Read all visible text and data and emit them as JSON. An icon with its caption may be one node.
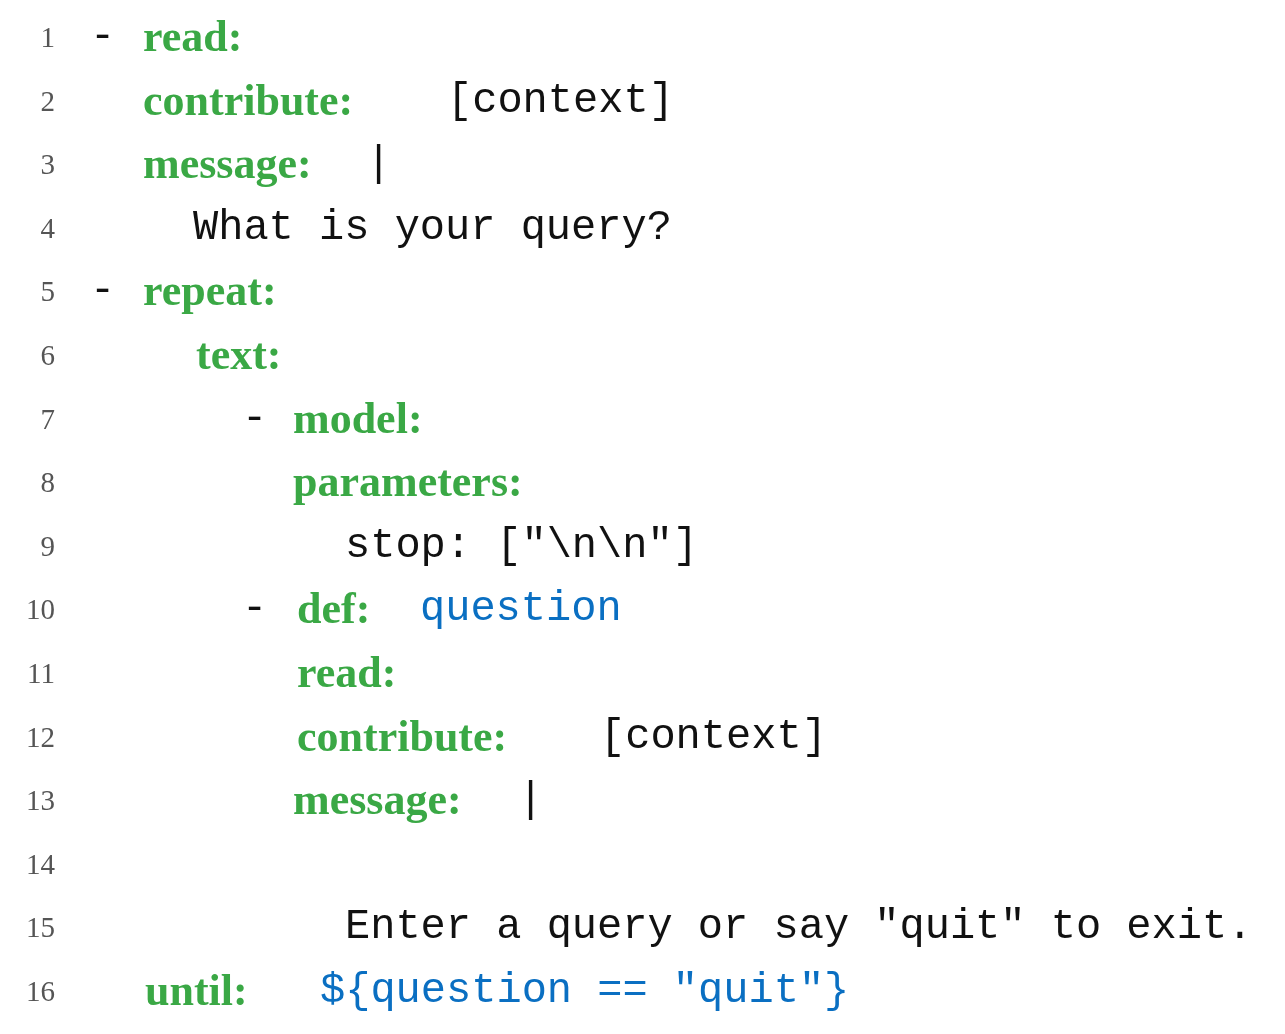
{
  "diagram": {
    "labels": [
      "1",
      "-",
      "read:",
      "2",
      "contribute:",
      "[context]",
      "3",
      "message:",
      "|",
      "4",
      "What is your query?",
      "5",
      "-",
      "repeat:",
      "6",
      "text:",
      "7",
      "-",
      "model:",
      "8",
      "parameters:",
      "9",
      "stop: [\"\\n\\n\"]",
      "10",
      "-",
      "def:",
      "question",
      "11",
      "read:",
      "12",
      "contribute:",
      "[context]",
      "13",
      "message:",
      "|",
      "14",
      "15",
      "Enter a query or say \"quit\" to exit.",
      "16",
      "until:",
      "${question == \"quit\"}"
    ]
  }
}
